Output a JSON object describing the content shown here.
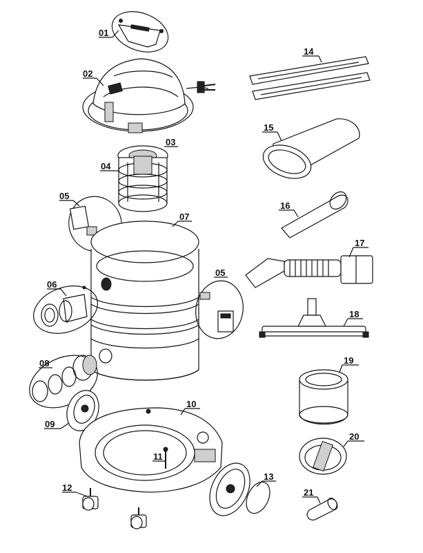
{
  "parts": [
    {
      "id": "01",
      "name": "carry-handle"
    },
    {
      "id": "02",
      "name": "motor-head"
    },
    {
      "id": "03",
      "name": "cage-filter-cover"
    },
    {
      "id": "04",
      "name": "filter-basket"
    },
    {
      "id": "05",
      "name": "clasp-left"
    },
    {
      "id": "06",
      "name": "hose-connector"
    },
    {
      "id": "07",
      "name": "container-tank"
    },
    {
      "id": "08",
      "name": "hose-inlet-ring"
    },
    {
      "id": "09",
      "name": "castor-wheel-left"
    },
    {
      "id": "10",
      "name": "trolley-base"
    },
    {
      "id": "11",
      "name": "screw"
    },
    {
      "id": "12",
      "name": "swivel-castor"
    },
    {
      "id": "13",
      "name": "hubcap"
    },
    {
      "id": "14",
      "name": "extension-tubes"
    },
    {
      "id": "15",
      "name": "filter-bag"
    },
    {
      "id": "16",
      "name": "crevice-nozzle"
    },
    {
      "id": "17",
      "name": "suction-hose"
    },
    {
      "id": "18",
      "name": "floor-nozzle"
    },
    {
      "id": "19",
      "name": "cartridge-filter"
    },
    {
      "id": "20",
      "name": "filter-cap"
    },
    {
      "id": "21",
      "name": "adapter"
    }
  ],
  "labels": {
    "p01": "01",
    "p02": "02",
    "p03": "03",
    "p04": "04",
    "p05a": "05",
    "p05b": "05",
    "p06": "06",
    "p07": "07",
    "p08": "08",
    "p09": "09",
    "p10": "10",
    "p11": "11",
    "p12": "12",
    "p13": "13",
    "p14": "14",
    "p15": "15",
    "p16": "16",
    "p17": "17",
    "p18": "18",
    "p19": "19",
    "p20": "20",
    "p21": "21"
  }
}
